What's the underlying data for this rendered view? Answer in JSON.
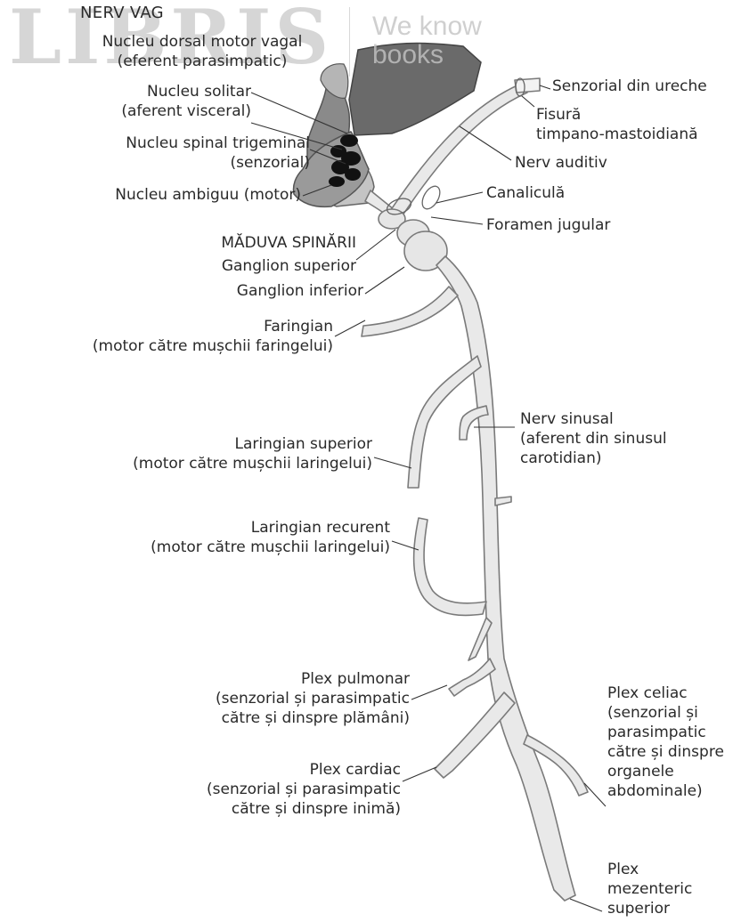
{
  "watermark": {
    "logo": "LIBRIS",
    "tagline_line1": "We know",
    "tagline_line2": "books"
  },
  "labels": {
    "title": "NERV VAG",
    "dorsal": [
      "Nucleu dorsal motor vagal",
      "(eferent parasimpatic)"
    ],
    "solitar": [
      "Nucleu solitar",
      "(aferent visceral)"
    ],
    "trigeminal": [
      "Nucleu spinal trigeminal",
      "(senzorial)"
    ],
    "ambiguu": "Nucleu ambiguu (motor)",
    "spinal_cord": "MĂDUVA SPINĂRII",
    "gang_sup": "Ganglion superior",
    "gang_inf": "Ganglion inferior",
    "faringian": [
      "Faringian",
      "(motor către mușchii faringelui)"
    ],
    "lar_sup": [
      "Laringian superior",
      "(motor către mușchii laringelui)"
    ],
    "lar_rec": [
      "Laringian recurent",
      "(motor către mușchii laringelui)"
    ],
    "pulmonar": [
      "Plex pulmonar",
      "(senzorial și parasimpatic",
      "către și dinspre plămâni)"
    ],
    "cardiac": [
      "Plex cardiac",
      "(senzorial și parasimpatic",
      "către și dinspre inimă)"
    ],
    "ureche": "Senzorial din ureche",
    "fisura": [
      "Fisură",
      "timpano-mastoidiană"
    ],
    "auditiv": "Nerv auditiv",
    "canalicula": "Canaliculă",
    "foramen": "Foramen jugular",
    "sinusal": [
      "Nerv sinusal",
      "(aferent din sinusul",
      "carotidian)"
    ],
    "celiac": [
      "Plex celiac",
      "(senzorial și",
      "parasimpatic",
      "către și dinspre",
      "organele",
      "abdominale)"
    ],
    "mezenteric": [
      "Plex",
      "mezenteric",
      "superior"
    ]
  }
}
